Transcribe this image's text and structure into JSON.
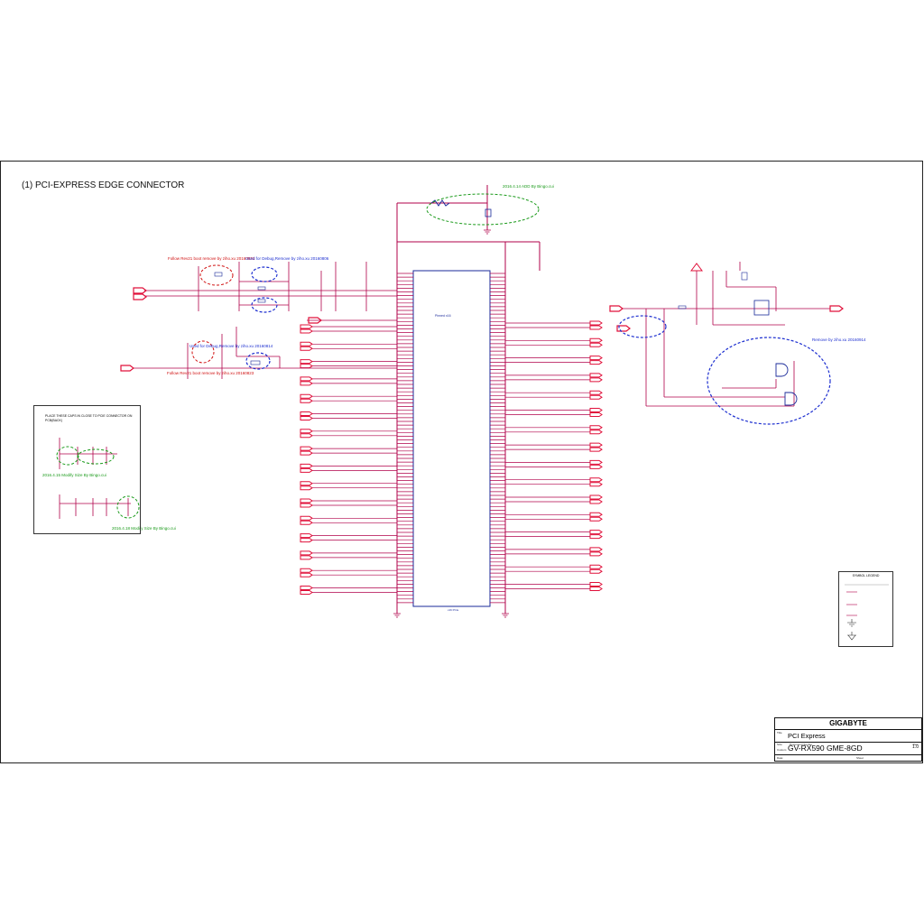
{
  "page_title": "(1) PCI-EXPRESS EDGE CONNECTOR",
  "notes": {
    "red_removed_1": "Follow Rev21 boot remove by ziho.xu 20160831",
    "red_removed_2": "Follow Rev21 boot remove by ziho.xu 20160823",
    "blue_debug": "Used for Debug,Remove by ziho.xu 20160806",
    "blue_debug_2": "Used for Debug,Remove by ziho.xu 20160814",
    "blue_remove": "Remove by ziho.xu 20160914",
    "green_add": "2016.4.14 ADD By Bingo.cui",
    "green_modify_1": "2016.4.15 Modify Size By Bingo.cui",
    "green_modify_2": "2016.4.18 Modify Size By Bingo.cui"
  },
  "place_box": {
    "text": "PLACE THESE CAPS IN CLOSE TO PCIE CONNECTOR ON PCB(BACK)"
  },
  "legend": {
    "title": "SYMBOL LEGEND"
  },
  "title_block": {
    "company": "GIGABYTE",
    "title_label": "Title",
    "title": "PCI Express",
    "size_label": "Size",
    "size": "Custom",
    "doc_label": "Document Number",
    "document_number": "GV-RX590 GME-8GD",
    "rev_label": "Rev",
    "rev": "1.0",
    "date_label": "Date:",
    "sheet_label": "Sheet"
  },
  "colors": {
    "wire": "#b0004a",
    "net_flag": "#e0103a",
    "component": "#1a2a9a",
    "remark_red": "#d01010",
    "remark_blue": "#1d2fd0",
    "remark_green": "#1a9a1a"
  }
}
